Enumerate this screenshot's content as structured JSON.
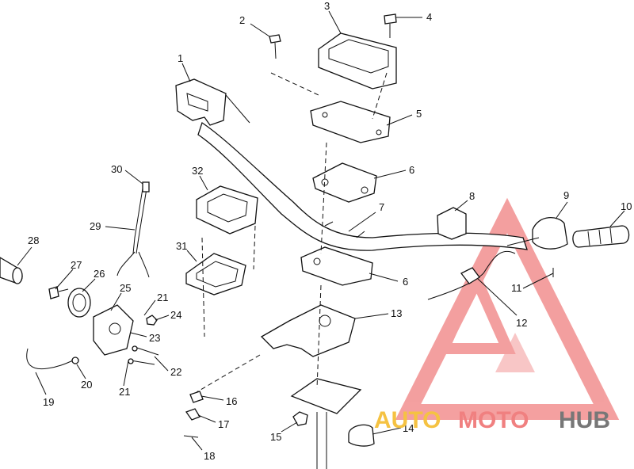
{
  "diagram": {
    "callouts": [
      "1",
      "2",
      "3",
      "4",
      "5",
      "6",
      "6",
      "7",
      "8",
      "9",
      "10",
      "11",
      "12",
      "13",
      "14",
      "15",
      "16",
      "17",
      "18",
      "19",
      "20",
      "21",
      "21",
      "22",
      "23",
      "24",
      "25",
      "26",
      "27",
      "28",
      "29",
      "30",
      "31",
      "32"
    ]
  },
  "watermark": {
    "part1": "AUTO",
    "part2": "MOTO",
    "part3": "HUB",
    "color_primary": "#f08080",
    "color_secondary": "#f5c242",
    "color_tertiary": "#777777"
  }
}
